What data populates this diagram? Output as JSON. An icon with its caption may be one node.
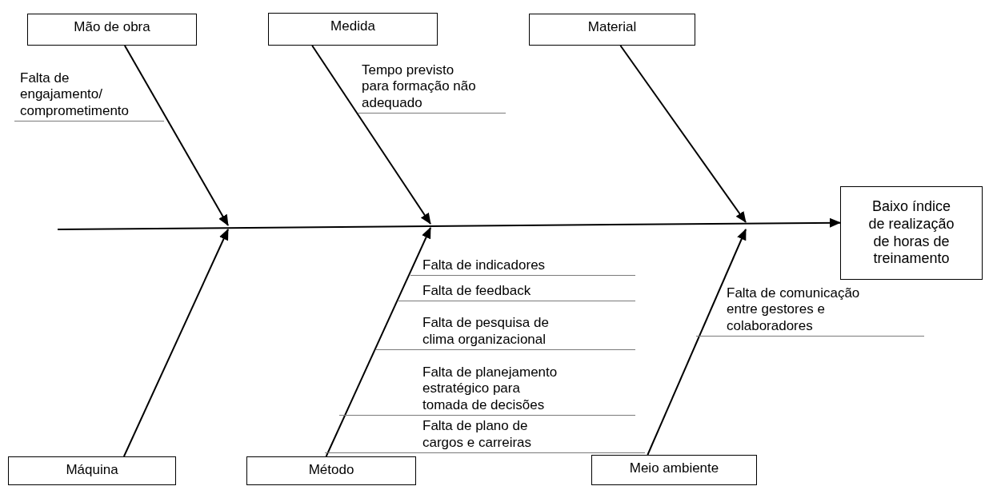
{
  "diagram": {
    "nodes": [
      {
        "text": [
          "Mão de obra"
        ]
      },
      {
        "text": [
          "Medida"
        ]
      },
      {
        "text": [
          "Material"
        ]
      },
      {
        "text": [
          "Máquina"
        ]
      },
      {
        "text": [
          "Método"
        ]
      },
      {
        "text": [
          "Meio ambiente"
        ]
      },
      {
        "text": [
          "Baixo índice de realização de horas de treinamento"
        ]
      }
    ],
    "edges": [
      {
        "from": null,
        "to": 6,
        "arrow": "to"
      },
      {
        "from": 0,
        "to": null,
        "arrow": "to"
      },
      {
        "from": 1,
        "to": null,
        "arrow": "to"
      },
      {
        "from": 2,
        "to": null,
        "arrow": "to"
      },
      {
        "from": 3,
        "to": null,
        "arrow": "to"
      },
      {
        "from": 4,
        "to": null,
        "arrow": "to"
      },
      {
        "from": 5,
        "to": null,
        "arrow": "to"
      }
    ],
    "labels": [
      "Falta de engajamento/ comprometimento",
      "Tempo previsto para formação não adequado",
      "Falta de indicadores",
      "Falta de feedback",
      "Falta de pesquisa de clima organizacional",
      "Falta de planejamento estratégico para tomada de decisões",
      "Falta de plano de cargos e carreiras",
      "Falta de comunicação entre gestores e colaboradores"
    ]
  }
}
